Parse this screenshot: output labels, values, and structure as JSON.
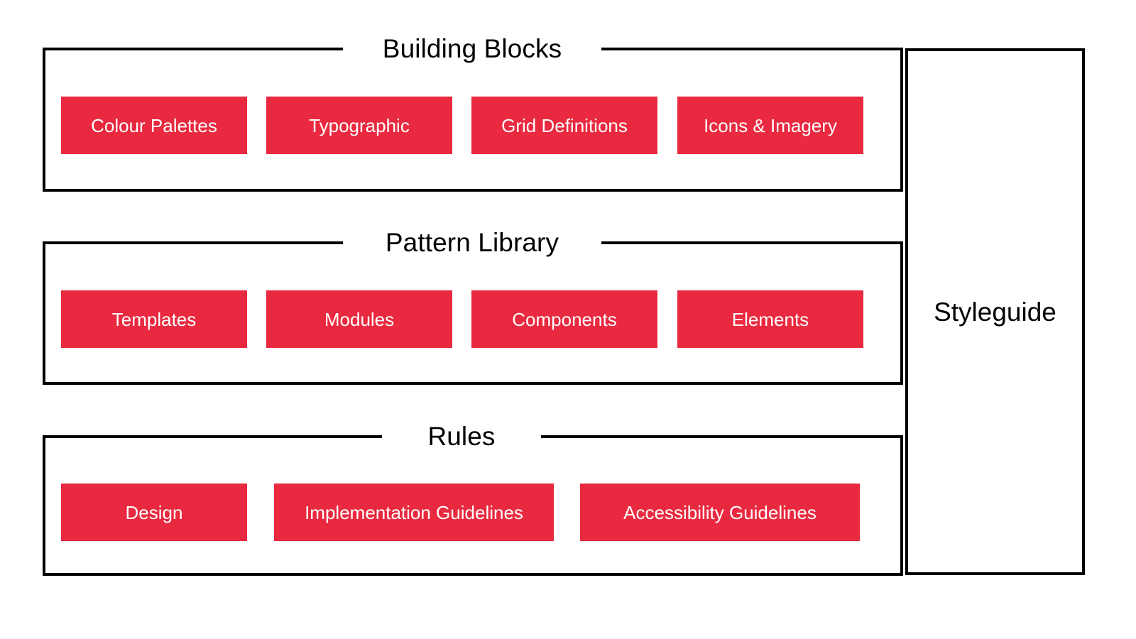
{
  "diagram": {
    "title": "Styleguide structure diagram",
    "colors": {
      "chip_background": "#E8293F",
      "chip_text": "#FFFFFF",
      "border": "#000000",
      "canvas": "#FFFFFF"
    },
    "groups": [
      {
        "id": "building-blocks",
        "title": "Building Blocks",
        "items": [
          {
            "label": "Colour Palettes"
          },
          {
            "label": "Typographic"
          },
          {
            "label": "Grid Definitions"
          },
          {
            "label": "Icons & Imagery"
          }
        ]
      },
      {
        "id": "pattern-library",
        "title": "Pattern Library",
        "items": [
          {
            "label": "Templates"
          },
          {
            "label": "Modules"
          },
          {
            "label": "Components"
          },
          {
            "label": "Elements"
          }
        ]
      },
      {
        "id": "rules",
        "title": "Rules",
        "items": [
          {
            "label": "Design"
          },
          {
            "label": "Implementation Guidelines"
          },
          {
            "label": "Accessibility Guidelines"
          }
        ]
      }
    ],
    "container": {
      "id": "styleguide",
      "label": "Styleguide"
    }
  }
}
